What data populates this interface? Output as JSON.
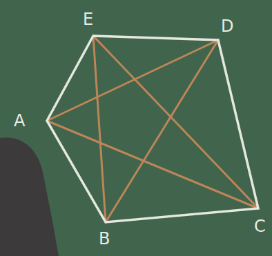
{
  "diagram": {
    "labels": [
      "E",
      "D",
      "A",
      "B",
      "C"
    ]
  }
}
